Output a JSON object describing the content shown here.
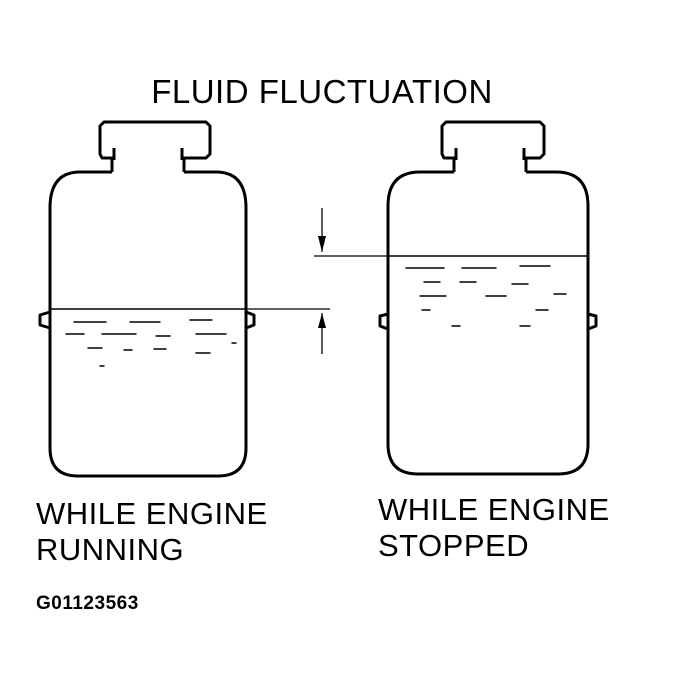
{
  "title": "FLUID FLUCTUATION",
  "left_tank": {
    "caption_line1": "WHILE ENGINE",
    "caption_line2": "RUNNING"
  },
  "right_tank": {
    "caption_line1": "WHILE ENGINE",
    "caption_line2": "STOPPED"
  },
  "figure_code": "G01123563"
}
